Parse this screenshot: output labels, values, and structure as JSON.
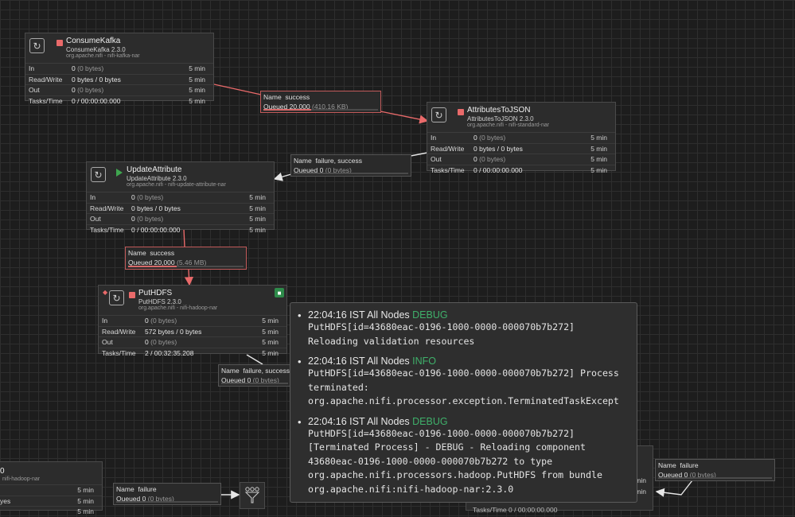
{
  "processors": {
    "consume_kafka": {
      "name": "ConsumeKafka",
      "version": "ConsumeKafka 2.3.0",
      "bundle": "org.apache.nifi - nifi-kafka-nar",
      "in_value": "0",
      "in_bytes": "(0 bytes)",
      "rw_value": "0 bytes / 0 bytes",
      "out_value": "0",
      "out_bytes": "(0 bytes)",
      "tasks_value": "0 / 00:00:00.000"
    },
    "attributes_to_json": {
      "name": "AttributesToJSON",
      "version": "AttributesToJSON 2.3.0",
      "bundle": "org.apache.nifi - nifi-standard-nar",
      "in_value": "0",
      "in_bytes": "(0 bytes)",
      "rw_value": "0 bytes / 0 bytes",
      "out_value": "0",
      "out_bytes": "(0 bytes)",
      "tasks_value": "0 / 00:00:00.000"
    },
    "update_attribute": {
      "name": "UpdateAttribute",
      "version": "UpdateAttribute 2.3.0",
      "bundle": "org.apache.nifi - nifi-update-attribute-nar",
      "in_value": "0",
      "in_bytes": "(0 bytes)",
      "rw_value": "0 bytes / 0 bytes",
      "out_value": "0",
      "out_bytes": "(0 bytes)",
      "tasks_value": "0 / 00:00:00.000"
    },
    "put_hdfs": {
      "name": "PutHDFS",
      "version": "PutHDFS 2.3.0",
      "bundle": "org.apache.nifi - nifi-hadoop-nar",
      "in_value": "0",
      "in_bytes": "(0 bytes)",
      "rw_value": "572 bytes / 0 bytes",
      "out_value": "0",
      "out_bytes": "(0 bytes)",
      "tasks_value": "2 / 00:32:35.208"
    },
    "bottom_left": {
      "name": "0",
      "bundle": "nifi-hadoop-nar"
    }
  },
  "labels": {
    "in": "In",
    "read_write": "Read/Write",
    "out": "Out",
    "tasks_time": "Tasks/Time",
    "five_min": "5 min",
    "five_min_partial": "5 min",
    "min_partial": "min",
    "tasks_partial": "Tasks/Time  0 / 00:00:00.000",
    "yes_partial": "yes"
  },
  "connections": {
    "c1": {
      "name_label": "Name",
      "name": "success",
      "queued_label": "Queued",
      "queued": "20,000",
      "size": "(410.16 KB)",
      "fill_pct": 0.42
    },
    "c2": {
      "name_label": "Name",
      "name": "failure, success",
      "queued_label": "Queued",
      "queued": "0",
      "size": "(0 bytes)",
      "fill_pct": 0
    },
    "c3": {
      "name_label": "Name",
      "name": "success",
      "queued_label": "Queued",
      "queued": "20,000",
      "size": "(5.46 MB)",
      "fill_pct": 0.42
    },
    "c4": {
      "name_label": "Name",
      "name": "failure, success",
      "queued_label": "Queued",
      "queued": "0",
      "size": "(0 bytes)",
      "fill_pct": 0
    },
    "c5": {
      "name_label": "Name",
      "name": "failure",
      "queued_label": "Queued",
      "queued": "0",
      "size": "(0 bytes)",
      "fill_pct": 0
    },
    "c6": {
      "name_label": "Name",
      "name": "failure",
      "queued_label": "Queued",
      "queued": "0",
      "size": "(0 bytes)",
      "fill_pct": 0
    }
  },
  "bulletins": [
    {
      "time": "22:04:16 IST",
      "nodes": "All Nodes",
      "level": "DEBUG",
      "message": "PutHDFS[id=43680eac-0196-1000-0000-000070b7b272]\nReloading validation resources"
    },
    {
      "time": "22:04:16 IST",
      "nodes": "All Nodes",
      "level": "INFO",
      "message": "PutHDFS[id=43680eac-0196-1000-0000-000070b7b272] Process\nterminated:\norg.apache.nifi.processor.exception.TerminatedTaskExcept"
    },
    {
      "time": "22:04:16 IST",
      "nodes": "All Nodes",
      "level": "DEBUG",
      "message": "PutHDFS[id=43680eac-0196-1000-0000-000070b7b272]\n[Terminated Process] - DEBUG - Reloading component\n43680eac-0196-1000-0000-000070b7b272 to type\norg.apache.nifi.processors.hadoop.PutHDFS from bundle\norg.apache.nifi:nifi-hadoop-nar:2.3.0"
    }
  ],
  "colors": {
    "canvas": "#1d1d1d",
    "connection_red": "#e96a6a",
    "connection_white": "#e6e6e6",
    "stopped": "#e96a6a",
    "running": "#3fa64f",
    "bulletin_level": "#3fb06a"
  },
  "icons": {
    "processor": "processor-icon",
    "stopped": "stopped-icon",
    "running": "running-icon",
    "bulletin": "bulletin-icon",
    "funnel": "funnel-icon"
  }
}
